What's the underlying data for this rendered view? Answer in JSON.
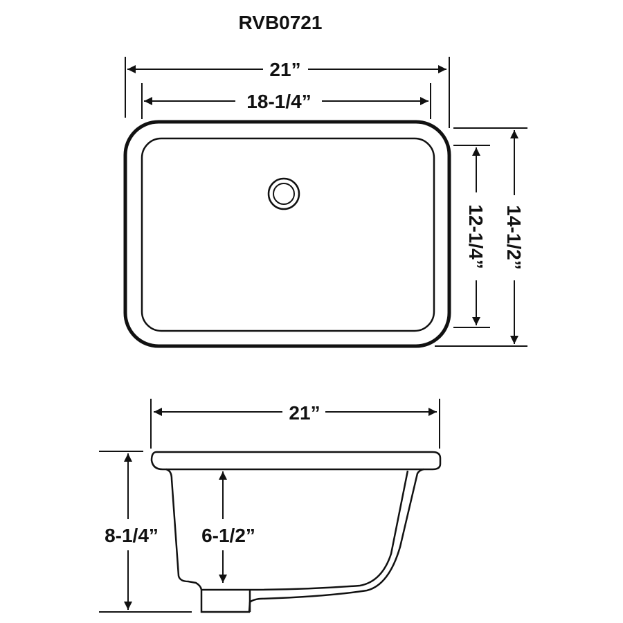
{
  "title": "RVB0721",
  "top_view": {
    "overall_width": "21”",
    "bowl_width": "18-1/4”",
    "bowl_depth": "12-1/4”",
    "overall_depth": "14-1/2”",
    "drain": "drain-hole"
  },
  "side_view": {
    "overall_width": "21”",
    "overall_height": "8-1/4”",
    "bowl_height": "6-1/2”"
  },
  "colors": {
    "line": "#111111",
    "background": "#ffffff"
  }
}
